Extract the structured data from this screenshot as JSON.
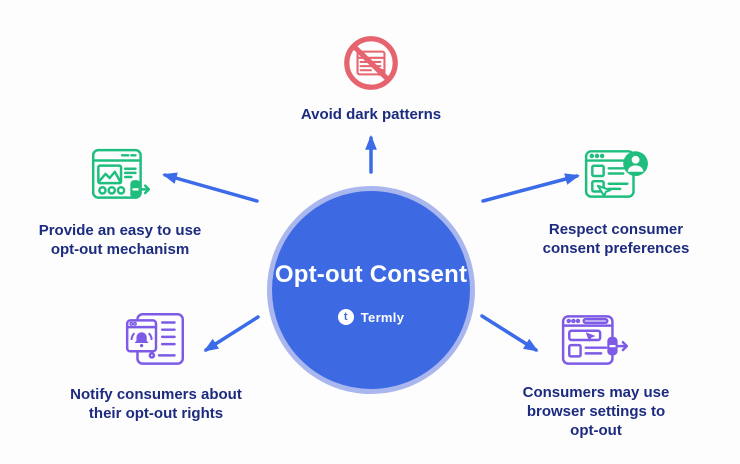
{
  "diagram": {
    "center": {
      "title": "Opt-out Consent",
      "brand": "Termly",
      "brand_mark": "t"
    },
    "nodes": {
      "top": {
        "label": "Avoid dark patterns",
        "icon": "no-dark-patterns-icon",
        "icon_color": "#e5646e"
      },
      "upper_left": {
        "label": "Provide an easy to use\nopt-out mechanism",
        "icon": "easy-optout-mechanism-icon",
        "icon_color": "#1fbe7e"
      },
      "upper_right": {
        "label": "Respect consumer\nconsent preferences",
        "icon": "consent-preferences-icon",
        "icon_color": "#1fbe7e"
      },
      "lower_left": {
        "label": "Notify consumers about\ntheir opt-out rights",
        "icon": "notify-optout-rights-icon",
        "icon_color": "#7d5be6"
      },
      "lower_right": {
        "label": "Consumers may use\nbrowser settings to\nopt-out",
        "icon": "browser-settings-optout-icon",
        "icon_color": "#7d5be6"
      }
    }
  },
  "colors": {
    "background": "#fdfdfd",
    "circle-fill": "#3d6ae3",
    "circle-ring": "#aab7ef",
    "arrow": "#3b6be8",
    "label-text": "#1c2b7f",
    "icon-red": "#e5646e",
    "icon-green": "#1fbe7e",
    "icon-purple": "#7d5be6"
  }
}
